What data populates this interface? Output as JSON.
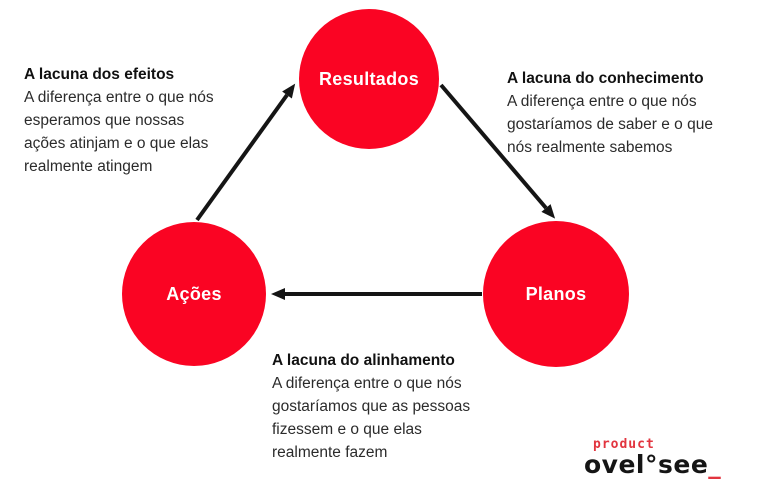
{
  "background": "#ffffff",
  "colors": {
    "circle_fill": "#fa0423",
    "circle_label": "#ffffff",
    "arrow": "#151515",
    "gap_title": "#111111",
    "gap_body": "#2b2b2b",
    "logo_red": "#e2353f",
    "logo_black": "#151515"
  },
  "diagram": {
    "nodes": [
      {
        "id": "resultados",
        "label": "Resultados"
      },
      {
        "id": "acoes",
        "label": "Ações"
      },
      {
        "id": "planos",
        "label": "Planos"
      }
    ],
    "arrows": [
      {
        "from": "acoes",
        "to": "resultados"
      },
      {
        "from": "resultados",
        "to": "planos"
      },
      {
        "from": "planos",
        "to": "acoes"
      }
    ],
    "gaps": {
      "effects": {
        "title": "A lacuna dos efeitos",
        "lines": [
          "A diferença entre o que nós",
          "esperamos que nossas",
          "ações atinjam e o que elas",
          "realmente atingem"
        ]
      },
      "knowledge": {
        "title": "A lacuna do conhecimento",
        "lines": [
          "A diferença entre o que nós",
          "gostaríamos de saber e o que",
          "nós realmente sabemos"
        ]
      },
      "alignment": {
        "title": "A lacuna do alinhamento",
        "lines": [
          "A diferença entre o que nós",
          "gostaríamos que as pessoas",
          "fizessem e o que elas",
          "realmente fazem"
        ]
      }
    }
  },
  "logo": {
    "top": "product",
    "main": "ovel°see",
    "underscore": "_"
  }
}
